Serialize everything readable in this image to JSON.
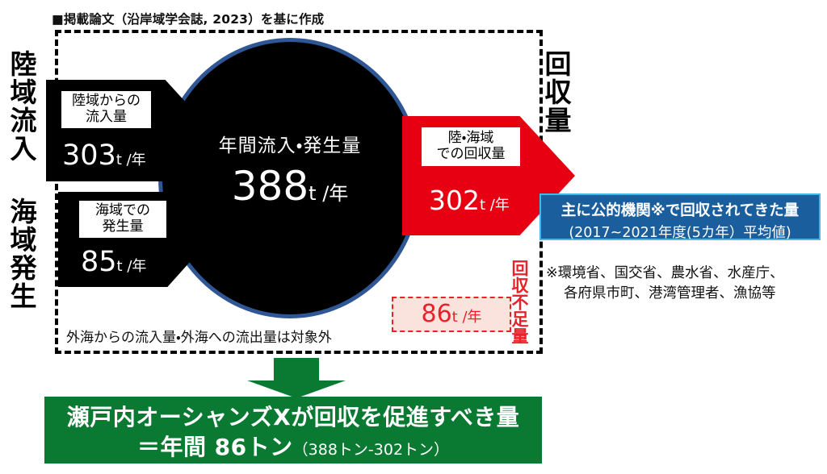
{
  "source_note": "■掲載論文（沿岸域学会誌, 2023）を基に作成",
  "side_labels": {
    "land_inflow": "陸域流入",
    "sea_generation": "海域発生",
    "recovery": "回収量",
    "shortfall": "回収不足量"
  },
  "circle": {
    "caption": "年間流入・発生量",
    "value": "388",
    "unit": "t /年"
  },
  "inflow_arrows": [
    {
      "chip_line1": "陸域からの",
      "chip_line2": "流入量",
      "value": "303",
      "unit": "t /年"
    },
    {
      "chip_line1": "海域での",
      "chip_line2": "発生量",
      "value": "85",
      "unit": "t /年"
    }
  ],
  "recovery_arrow": {
    "chip_line1": "陸・海域",
    "chip_line2": "での回収量",
    "value": "302",
    "unit": "t /年"
  },
  "blue_box": {
    "line1": "主に公的機関※で回収されてきた量",
    "line2": "(2017~2021年度(5カ年）平均値)"
  },
  "agency_note": {
    "line1": "※環境省、国交省、農水省、水産庁、",
    "line2": "各府県市町、港湾管理者、漁協等"
  },
  "shortfall_box": {
    "value": "86",
    "unit": "t /年"
  },
  "scope_note": "外海からの流入量・外海への流出量は対象外",
  "green_banner": {
    "line1": "瀬戸内オーシャンズXが回収を促進すべき量",
    "line2": "＝年間 86トン",
    "line2_paren": "（388トン-302トン）"
  },
  "colors": {
    "circle_fill": "#000000",
    "circle_stroke": "#2f5695",
    "recovery_red": "#e60012",
    "shortfall_red": "#e8212b",
    "shortfall_fill": "#fbe3dd",
    "blue_box": "#1b5e9e",
    "blue_box_border": "#45b6e8",
    "green": "#0a7a33"
  }
}
